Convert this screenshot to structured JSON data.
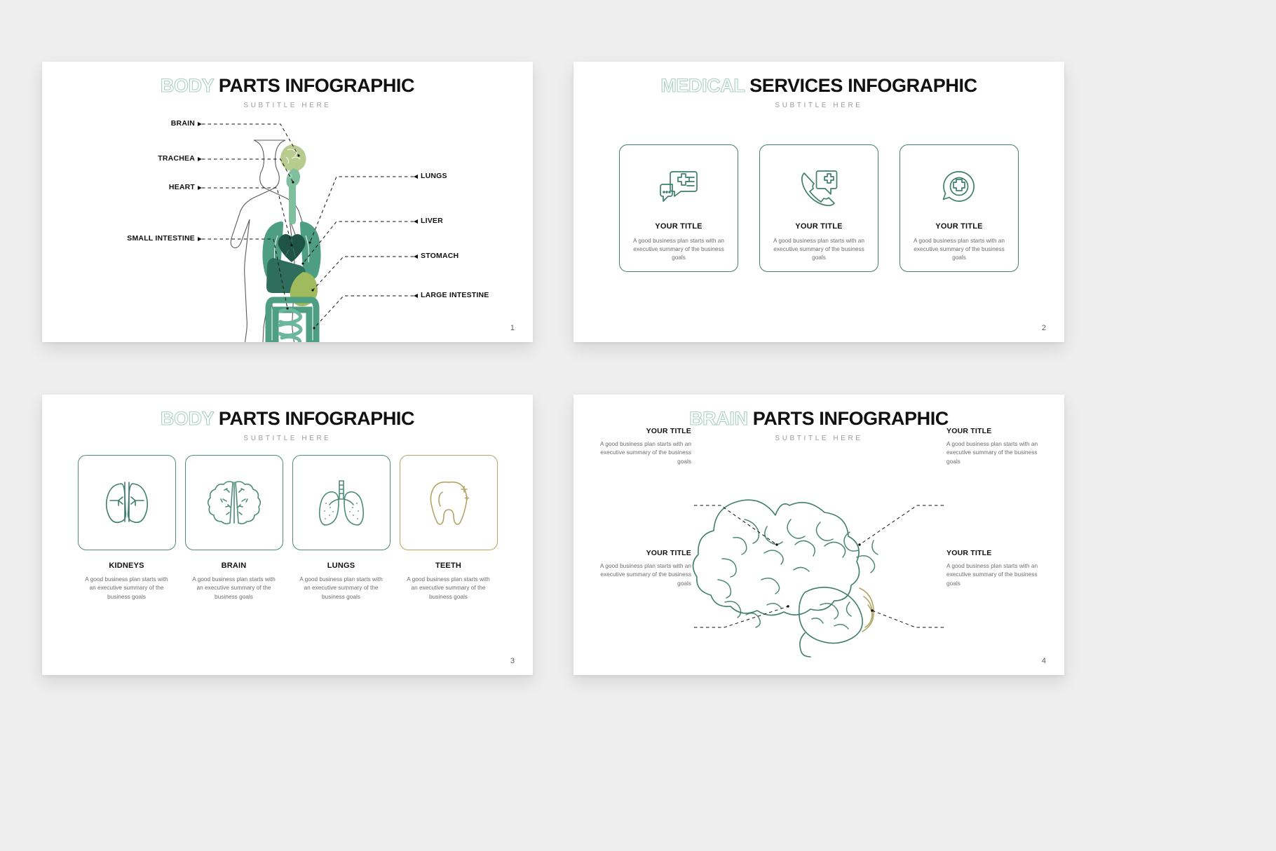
{
  "deck": {
    "background_color": "#eeeeee",
    "slide_background": "#ffffff",
    "accent_green": "#a9cfc4",
    "deep_green": "#3f7f6d",
    "gold": "#b2a565",
    "body_text_color": "#6d6d6d"
  },
  "slides": [
    {
      "page_number": "1",
      "title_accent": "BODY",
      "title_solid": "PARTS INFOGRAPHIC",
      "subtitle": "SUBTITLE HERE",
      "labels_left": [
        {
          "text": "BRAIN"
        },
        {
          "text": "TRACHEA"
        },
        {
          "text": "HEART"
        },
        {
          "text": "SMALL INTESTINE"
        }
      ],
      "labels_right": [
        {
          "text": "LUNGS"
        },
        {
          "text": "LIVER"
        },
        {
          "text": "STOMACH"
        },
        {
          "text": "LARGE INTESTINE"
        }
      ]
    },
    {
      "page_number": "2",
      "title_accent": "MEDICAL",
      "title_solid": "SERVICES INFOGRAPHIC",
      "subtitle": "SUBTITLE HERE",
      "cards": [
        {
          "icon": "chat-medical-icon",
          "title": "YOUR TITLE",
          "description": "A good business plan starts with an executive summary of the business goals"
        },
        {
          "icon": "phone-medical-icon",
          "title": "YOUR TITLE",
          "description": "A good business plan starts with an executive summary of the business goals"
        },
        {
          "icon": "chat-circle-cross-icon",
          "title": "YOUR TITLE",
          "description": "A good business plan starts with an executive summary of the business goals"
        }
      ]
    },
    {
      "page_number": "3",
      "title_accent": "BODY",
      "title_solid": "PARTS INFOGRAPHIC",
      "subtitle": "SUBTITLE HERE",
      "cards": [
        {
          "icon": "kidneys-icon",
          "color": "#3f7f6d",
          "title": "KIDNEYS",
          "description": "A good business plan starts with an executive summary of the business goals"
        },
        {
          "icon": "brain-icon",
          "color": "#4c8d77",
          "title": "BRAIN",
          "description": "A good business plan starts with an executive summary of the business goals"
        },
        {
          "icon": "lungs-icon",
          "color": "#4c8d77",
          "title": "LUNGS",
          "description": "A good business plan starts with an executive summary of the business goals"
        },
        {
          "icon": "tooth-icon",
          "color": "#b2a565",
          "title": "TEETH",
          "description": "A good business plan starts with an executive summary of the business goals"
        }
      ]
    },
    {
      "page_number": "4",
      "title_accent": "BRAIN",
      "title_solid": "PARTS INFOGRAPHIC",
      "subtitle": "SUBTITLE HERE",
      "callouts": [
        {
          "position": "top-left",
          "title": "YOUR TITLE",
          "description": "A good business plan starts with an executive summary of the business goals"
        },
        {
          "position": "top-right",
          "title": "YOUR TITLE",
          "description": "A good business plan starts with an executive summary of the business goals"
        },
        {
          "position": "bottom-left",
          "title": "YOUR TITLE",
          "description": "A good business plan starts with an executive summary of the business goals"
        },
        {
          "position": "bottom-right",
          "title": "YOUR TITLE",
          "description": "A good business plan starts with an executive summary of the business goals"
        }
      ]
    }
  ]
}
